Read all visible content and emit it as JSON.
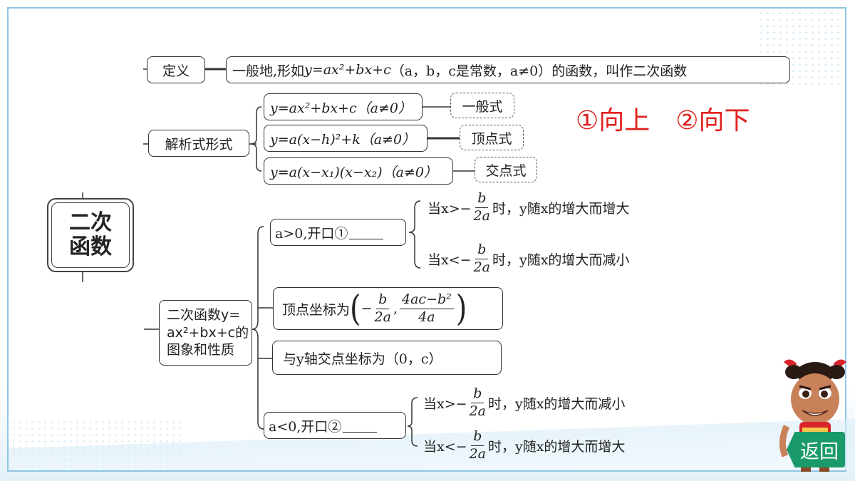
{
  "title": {
    "line1": "二次",
    "line2": "函数"
  },
  "definition": {
    "label": "定义",
    "text_pre": "一般地,形如",
    "formula": "y=ax²+bx+c",
    "text_post": "（a，b，c是常数，a≠0）的函数，叫作二次函数"
  },
  "forms": {
    "label": "解析式形式",
    "items": [
      {
        "formula": "y=ax²+bx+c（a≠0）",
        "name": "一般式"
      },
      {
        "formula": "y=a(x−h)²+k（a≠0）",
        "name": "顶点式"
      },
      {
        "formula": "y=a(x−x₁)(x−x₂)（a≠0）",
        "name": "交点式"
      }
    ]
  },
  "properties": {
    "label_line1": "二次函数y=",
    "label_line2": "ax²+bx+c的",
    "label_line3": "图象和性质",
    "a_pos": {
      "label": "a>0,开口①",
      "cases": [
        {
          "pre": "当x>−",
          "num": "b",
          "den": "2a",
          "post": "时，y随x的增大而增大"
        },
        {
          "pre": "当x<−",
          "num": "b",
          "den": "2a",
          "post": "时，y随x的增大而减小"
        }
      ]
    },
    "vertex": {
      "label": "顶点坐标为",
      "x_num": "b",
      "x_den": "2a",
      "y_num": "4ac−b²",
      "y_den": "4a"
    },
    "y_intercept": "与y轴交点坐标为（0，c）",
    "a_neg": {
      "label": "a<0,开口②",
      "cases": [
        {
          "pre": "当x>−",
          "num": "b",
          "den": "2a",
          "post": "时，y随x的增大而减小"
        },
        {
          "pre": "当x<−",
          "num": "b",
          "den": "2a",
          "post": "时，y随x的增大而增大"
        }
      ]
    }
  },
  "answers": {
    "first": "①向上",
    "second": "②向下"
  },
  "nav": {
    "return_label": "返回"
  },
  "colors": {
    "answer": "#e0221f",
    "frame": "#8fc6e6",
    "return_button": "#1a9a6a"
  }
}
